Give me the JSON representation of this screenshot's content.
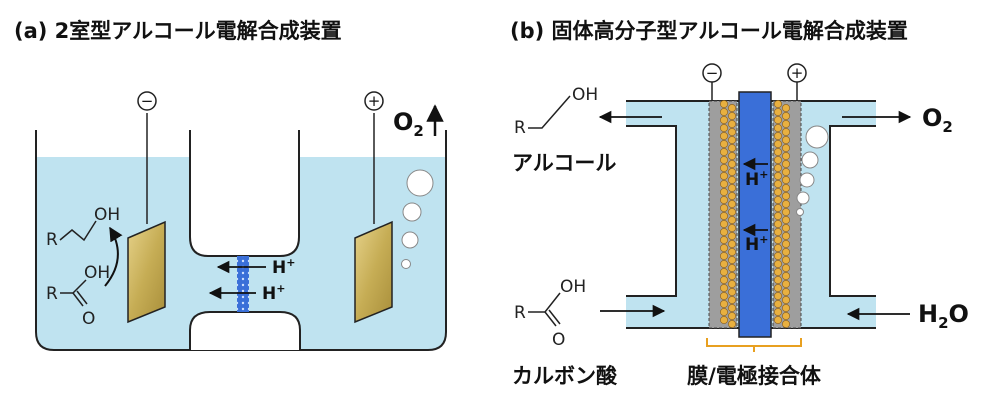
{
  "panel_a": {
    "title": "(a) 2室型アルコール電解合成装置",
    "minus_sign": "−",
    "plus_sign": "+",
    "o2_main": "O",
    "o2_sub": "2",
    "h_plus_1": "H",
    "h_plus_2": "H",
    "plus_sup": "+",
    "alcohol_r": "R",
    "alcohol_oh": "OH",
    "acid_r": "R",
    "acid_oh": "OH",
    "acid_o": "O"
  },
  "panel_b": {
    "title": "(b) 固体高分子型アルコール電解合成装置",
    "minus_sign": "−",
    "plus_sign": "+",
    "alcohol_r": "R",
    "alcohol_oh": "OH",
    "alcohol_label": "アルコール",
    "acid_r": "R",
    "acid_oh": "OH",
    "acid_o": "O",
    "acid_label": "カルボン酸",
    "o2_main": "O",
    "o2_sub": "2",
    "h2o_h": "H",
    "h2o_sub": "2",
    "h2o_o": "O",
    "h_plus_1": "H",
    "h_plus_2": "H",
    "plus_sup": "+",
    "mea_label": "膜/電極接合体"
  },
  "colors": {
    "water": "#bfe3f0",
    "vessel_stroke": "#222222",
    "electrode": "#c9b15a",
    "membrane": "#3a6fd8",
    "catalyst": "#e8b040",
    "support": "#9e9e9e"
  }
}
